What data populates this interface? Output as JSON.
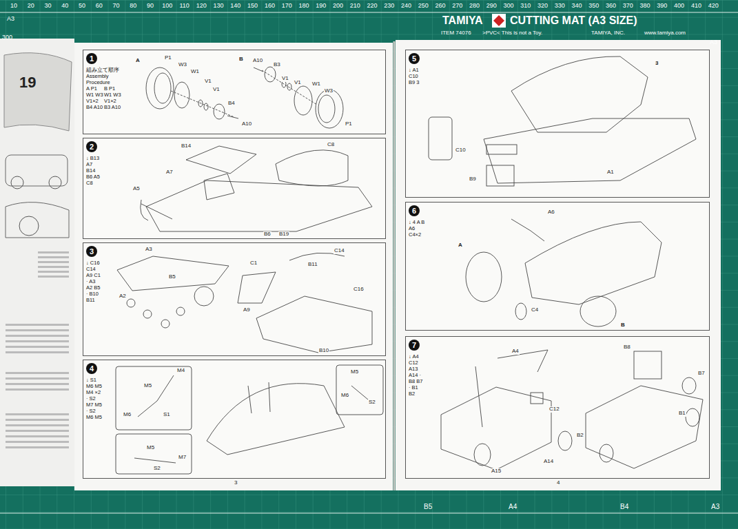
{
  "diagram": {
    "nodes": [
      {
        "text": [
          "1",
          "組み立て順序 Assembly Procedure",
          "A P1 W1 W3 V1×2 B4 A10",
          "B P1 W1 W3 V1×2 B3 A10"
        ]
      },
      {
        "text": [
          "2",
          "↓ B13 A7 B14 B6 A5 C8"
        ]
      },
      {
        "text": [
          "3",
          "↓ C16 C14 A9 C1 · A3 A2 B5 · B10 B11"
        ]
      },
      {
        "text": [
          "4",
          "↓ S1 M6 M5 M4 ×2 · S2 M7 M5 · S2 M6 M5"
        ]
      },
      {
        "text": [
          "5",
          "↓ A1 C10 B9 3"
        ]
      },
      {
        "text": [
          "6",
          "↓ 4 A B A6 C4×2"
        ]
      },
      {
        "text": [
          "7",
          "↓ A4 C12 A13 A14 · B8 B7 · B1 B2"
        ]
      }
    ],
    "labels": [
      "10",
      "20",
      "30",
      "40",
      "50",
      "60",
      "70",
      "80",
      "90",
      "100",
      "110",
      "120",
      "130",
      "140",
      "150",
      "160",
      "170",
      "180",
      "190",
      "200",
      "210",
      "220",
      "230",
      "240",
      "250",
      "260",
      "270",
      "280",
      "290",
      "300",
      "310",
      "320",
      "330",
      "340",
      "350",
      "360",
      "370",
      "380",
      "390",
      "400",
      "410",
      "420",
      "TAMIYA",
      "CUTTING MAT (A3 SIZE)",
      "ITEM 74076",
      ">PVC< This is not a Toy.",
      "TAMIYA, INC.",
      "www.tamiya.com",
      "A3",
      "300",
      "A3",
      "B5",
      "A4",
      "B4",
      "A3",
      "19",
      "3",
      "4",
      "P1",
      "W3",
      "W1",
      "V1",
      "V1",
      "B4",
      "A10",
      "A",
      "B",
      "A10",
      "B3",
      "V1",
      "V1",
      "W1",
      "W3",
      "P1",
      "B14",
      "C8",
      "A7",
      "A5",
      "B6",
      "B19",
      "A3",
      "A2",
      "B5",
      "C1",
      "B11",
      "A9",
      "C14",
      "C16",
      "B10",
      "M4",
      "M5",
      "M6",
      "S1",
      "M5",
      "M6",
      "S2",
      "M5",
      "M7",
      "S2",
      "C10",
      "B9",
      "A1",
      "3",
      "A6",
      "A",
      "B",
      "C4",
      "A4",
      "B8",
      "B7",
      "C12",
      "B1",
      "B2",
      "A14",
      "A15"
    ]
  }
}
